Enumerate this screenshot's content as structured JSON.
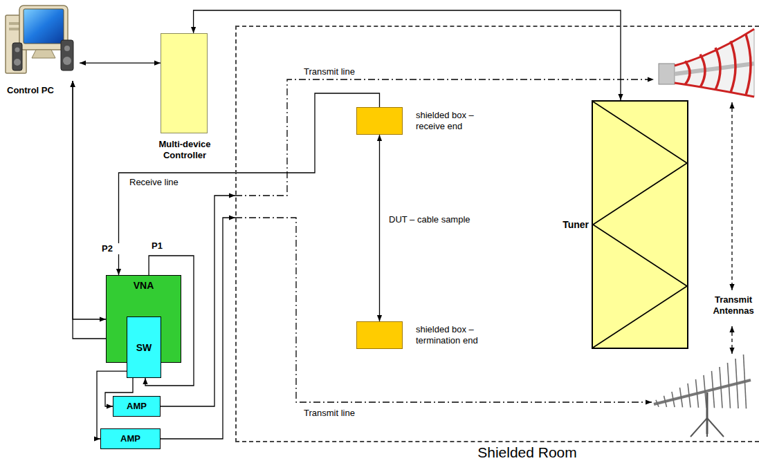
{
  "diagram": {
    "nodes": [
      {
        "text": [
          "Control PC"
        ]
      },
      {
        "text": [
          "Multi-device Controller"
        ]
      },
      {
        "text": [
          "VNA"
        ]
      },
      {
        "text": [
          "SW"
        ],
        "in": 2
      },
      {
        "text": [
          "AMP"
        ]
      },
      {
        "text": [
          "AMP"
        ]
      },
      {
        "text": [
          "Shielded Room"
        ]
      },
      {
        "text": [
          "shielded box – receive end"
        ],
        "in": 6
      },
      {
        "text": [
          "shielded box – termination end"
        ],
        "in": 6
      },
      {
        "text": [
          "Tuner"
        ],
        "in": 6
      }
    ],
    "edges": [
      {
        "from": 0,
        "to": 1,
        "arrow": "both"
      },
      {
        "from": 0,
        "to": 2,
        "arrow": "both"
      },
      {
        "from": 0,
        "to": 3,
        "arrow": "both"
      },
      {
        "from": 1,
        "to": 9,
        "arrow": "both"
      },
      {
        "from": 2,
        "to": 3,
        "arrow": "to"
      },
      {
        "from": 3,
        "to": 4,
        "arrow": "to"
      },
      {
        "from": 3,
        "to": 5,
        "arrow": "to"
      },
      {
        "from": 7,
        "to": 2,
        "arrow": "to",
        "label": "Receive line"
      },
      {
        "from": 7,
        "to": 8,
        "arrow": "both",
        "label": "DUT – cable sample"
      }
    ],
    "labels": [
      "P2",
      "P1",
      "Transmit line",
      "Transmit line",
      "Transmit Antennas"
    ]
  }
}
